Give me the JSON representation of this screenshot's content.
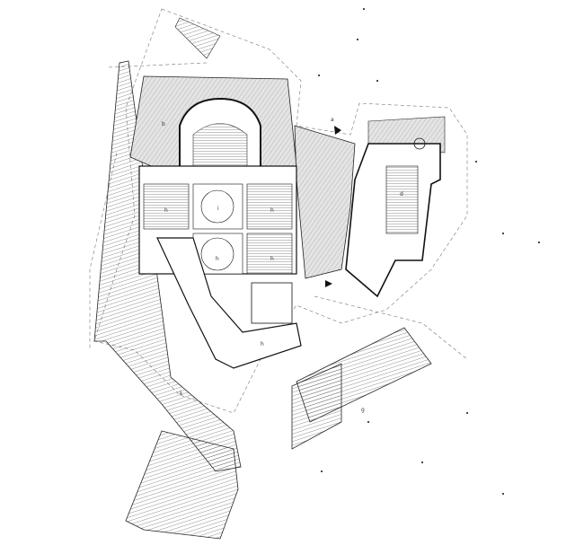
{
  "plan": {
    "room_labels": [
      {
        "id": "hall-left",
        "text": "h"
      },
      {
        "id": "hall-center",
        "text": "i"
      },
      {
        "id": "hall-right",
        "text": "h"
      },
      {
        "id": "hall-lower",
        "text": "h"
      },
      {
        "id": "hall-lower-right",
        "text": "h"
      },
      {
        "id": "foyer",
        "text": "b"
      },
      {
        "id": "studio-theatre",
        "text": "d"
      },
      {
        "id": "plaza",
        "text": "a"
      },
      {
        "id": "terrace",
        "text": "g"
      },
      {
        "id": "wing",
        "text": "k"
      },
      {
        "id": "service",
        "text": "h"
      }
    ],
    "colors": {
      "line": "#222222",
      "hatch": "#d9d9d9",
      "dash": "#888888"
    }
  }
}
